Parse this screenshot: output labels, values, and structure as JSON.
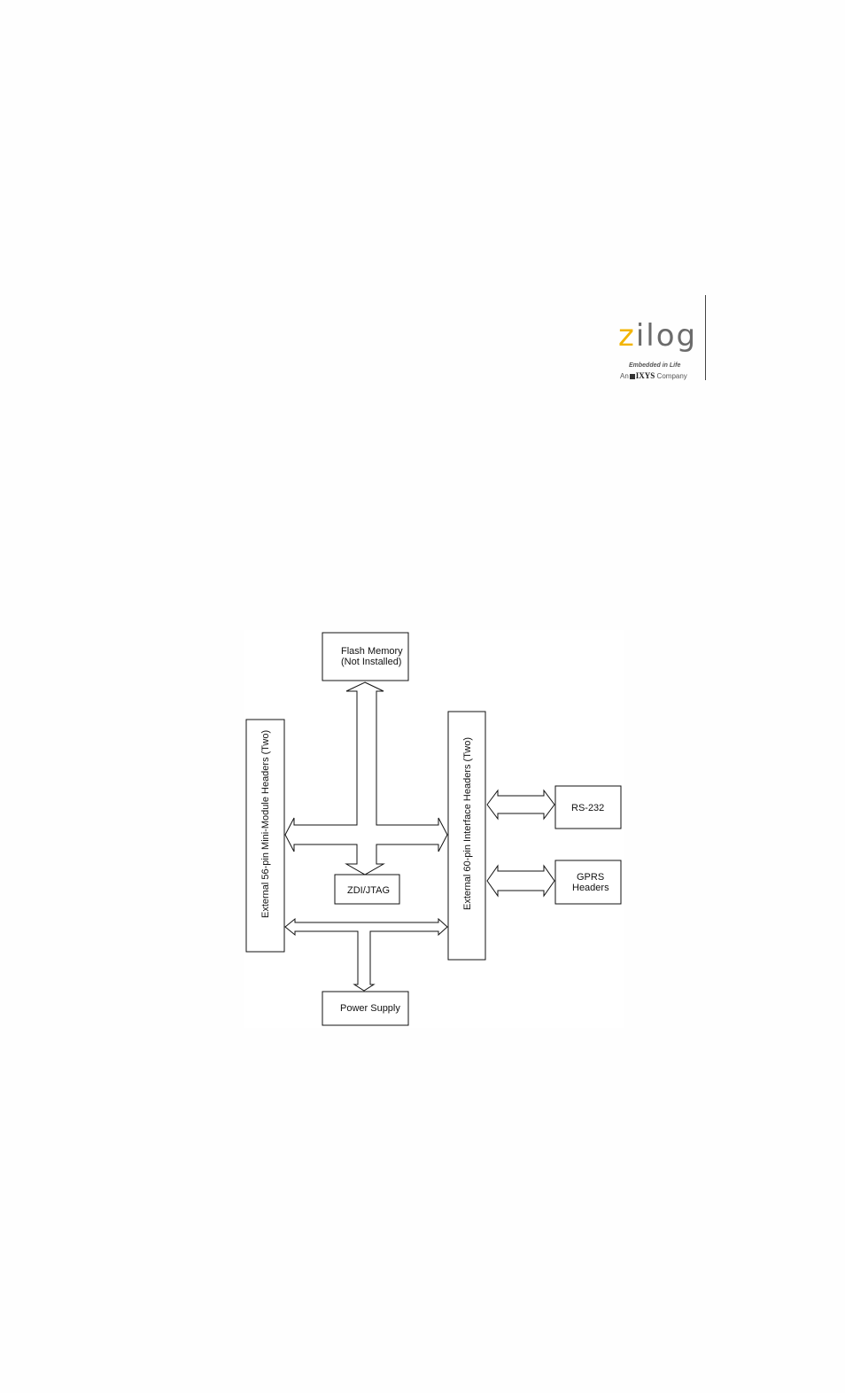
{
  "header": {
    "logo": {
      "wordmark_first": "z",
      "wordmark_rest": "ilog",
      "tagline": "Embedded in Life",
      "sub_prefix": "An",
      "sub_brand": "IXYS",
      "sub_suffix": "Company",
      "colors": {
        "accent": "#f2b400",
        "text": "#6b6b6b"
      }
    }
  },
  "diagram": {
    "blocks": {
      "flash_line1": "Flash Memory",
      "flash_line2": "(Not Installed)",
      "left_header": "External 56-pin Mini-Module Headers (Two)",
      "right_header": "External 60-pin Interface Headers (Two)",
      "zdi": "ZDI/JTAG",
      "rs232": "RS-232",
      "gprs_line1": "GPRS",
      "gprs_line2": "Headers",
      "power": "Power Supply"
    }
  }
}
